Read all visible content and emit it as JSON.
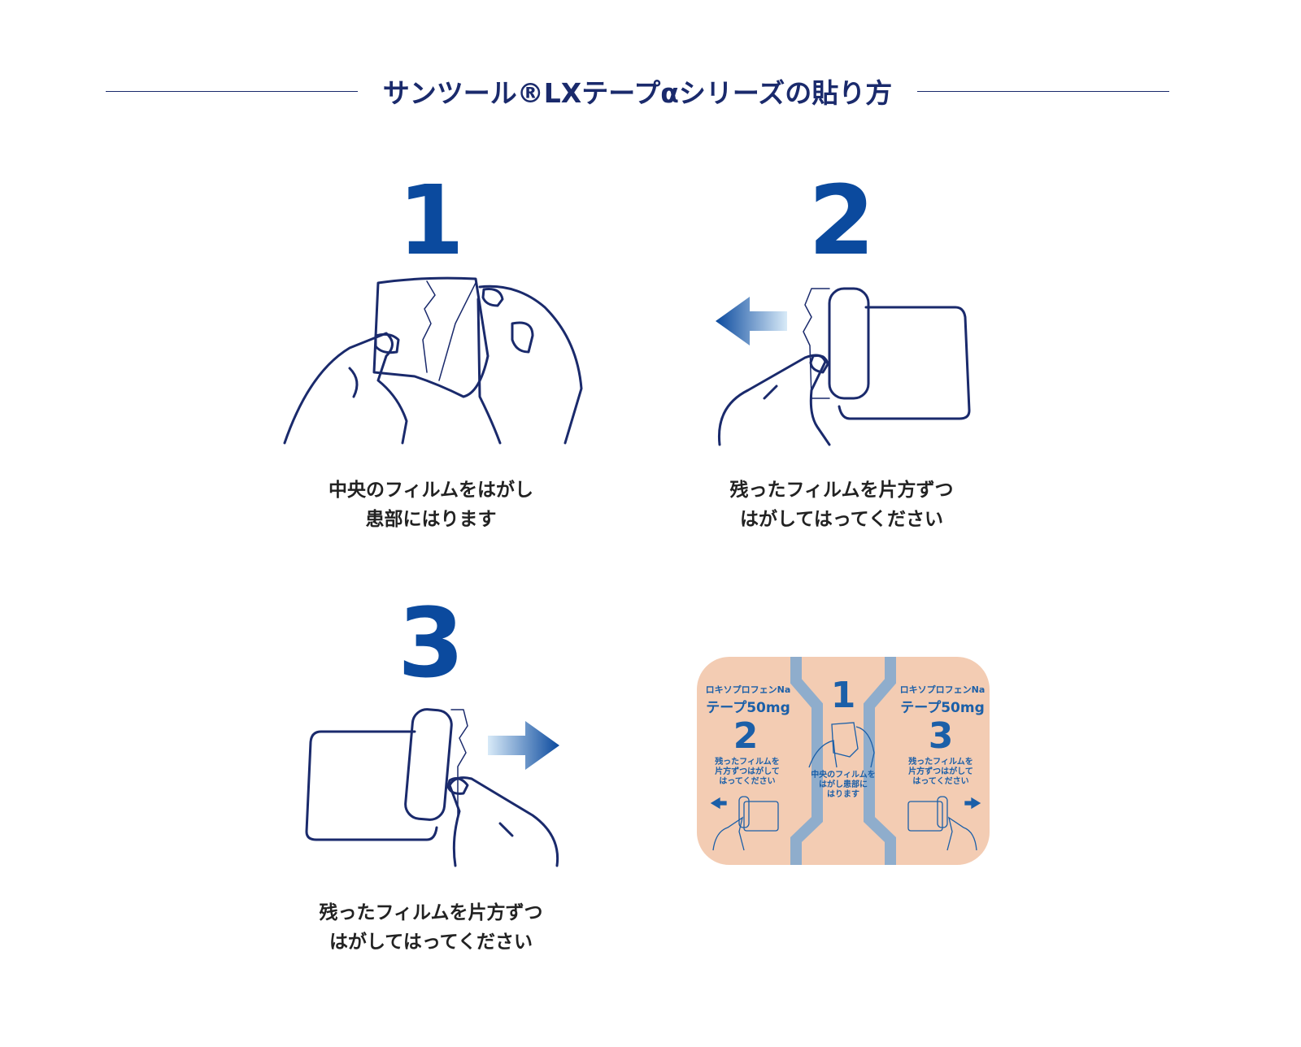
{
  "title": "サンツール®LXテープαシリーズの貼り方",
  "colors": {
    "title": "#1a2a6c",
    "number": "#0b4a9e",
    "line_art": "#1a2a6c",
    "patch": "#f3ccb3",
    "patch_band": "#8fadcc"
  },
  "steps": [
    {
      "number": "1",
      "caption_line1": "中央のフィルムをはがし",
      "caption_line2": "患部にはります",
      "illustration": "hands-peeling-center-film"
    },
    {
      "number": "2",
      "caption_line1": "残ったフィルムを片方ずつ",
      "caption_line2": "はがしてはってください",
      "illustration": "hand-peeling-left-film",
      "arrow": "left"
    },
    {
      "number": "3",
      "caption_line1": "残ったフィルムを片方ずつ",
      "caption_line2": "はがしてはってください",
      "illustration": "hand-peeling-right-film",
      "arrow": "right"
    }
  ],
  "patch": {
    "product_line1": "ロキソプロフェンNa",
    "product_line2": "テープ50mg",
    "left": {
      "number": "2",
      "text1": "残ったフィルムを",
      "text2": "片方ずつはがして",
      "text3": "はってください"
    },
    "center": {
      "number": "1",
      "text1": "中央のフィルムを",
      "text2": "はがし患部に",
      "text3": "はります"
    },
    "right": {
      "number": "3",
      "text1": "残ったフィルムを",
      "text2": "片方ずつはがして",
      "text3": "はってください"
    }
  }
}
